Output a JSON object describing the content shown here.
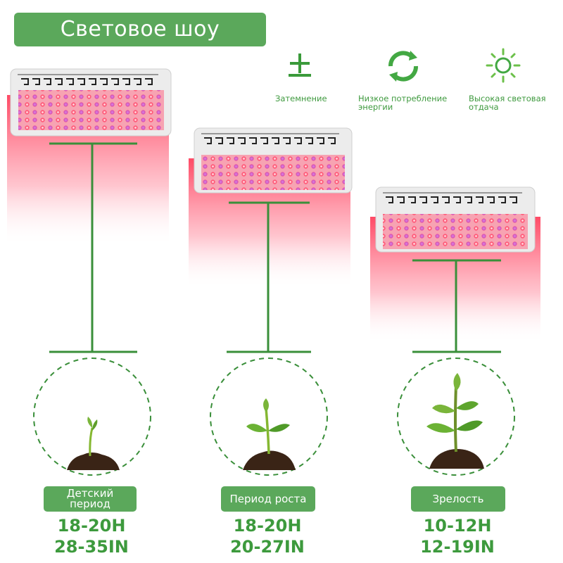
{
  "title": "Световое шоу",
  "features": [
    {
      "icon": "dimming-icon",
      "label": "Затемнение"
    },
    {
      "icon": "recycle-icon",
      "label": "Низкое потребление энергии"
    },
    {
      "icon": "sun-icon",
      "label": "Высокая световая отдача"
    }
  ],
  "stages": [
    {
      "label": "Детский период",
      "hours": "18-20H",
      "distance": "28-35IN"
    },
    {
      "label": "Период роста",
      "hours": "18-20H",
      "distance": "20-27IN"
    },
    {
      "label": "Зрелость",
      "hours": "10-12H",
      "distance": "12-19IN"
    }
  ],
  "colors": {
    "accent": "#5ba85b",
    "text_green": "#3d9a3d",
    "glow": "#ff3355",
    "line": "#3a8f3a"
  }
}
